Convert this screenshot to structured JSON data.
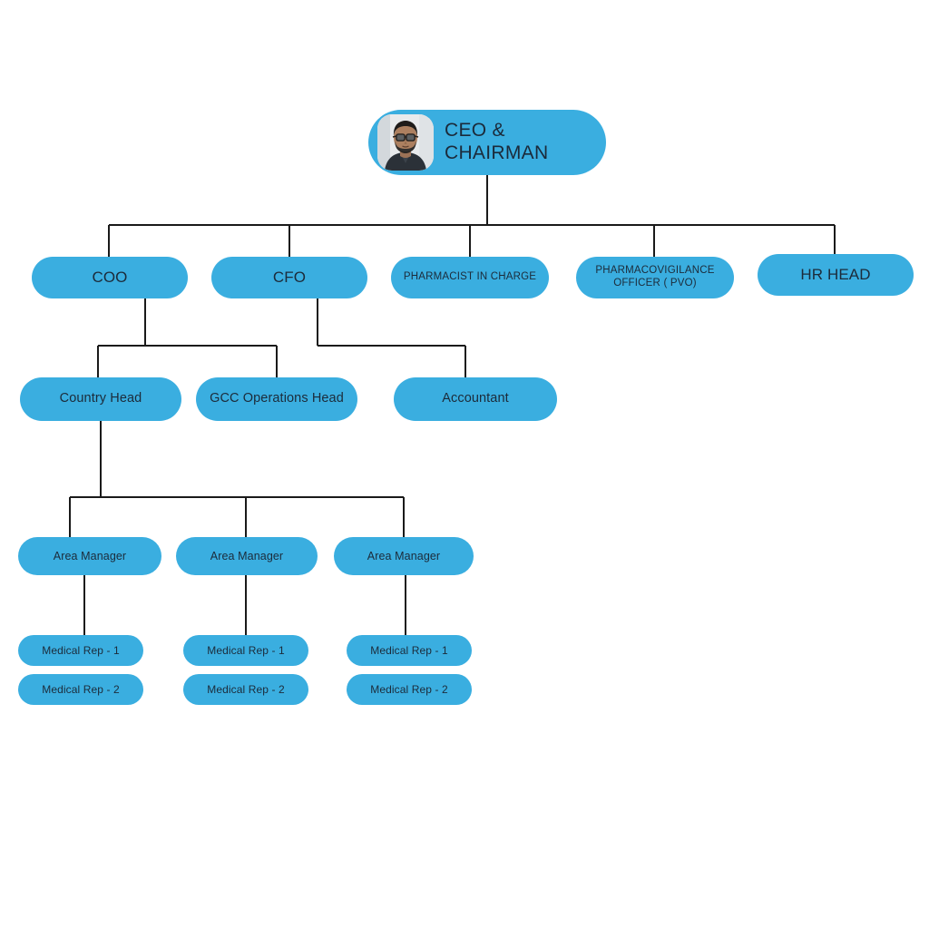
{
  "chart": {
    "title": "Organization Chart",
    "node_color": "#3aaee0",
    "connector_color": "#1a1a1a",
    "text_color": "#1c2b3a",
    "background": "#ffffff"
  },
  "root": {
    "label": "CEO & CHAIRMAN",
    "avatar_alt": "portrait-photo"
  },
  "level2": [
    {
      "id": "coo",
      "label": "COO"
    },
    {
      "id": "cfo",
      "label": "CFO"
    },
    {
      "id": "pharmacist_in_charge",
      "label": "PHARMACIST IN CHARGE"
    },
    {
      "id": "pvo",
      "label": "PHARMACOVIGILANCE OFFICER ( PVO)"
    },
    {
      "id": "hr_head",
      "label": "HR HEAD"
    }
  ],
  "level3": [
    {
      "id": "country_head",
      "label": "Country Head",
      "parent": "coo"
    },
    {
      "id": "gcc_operations_head",
      "label": "GCC Operations Head",
      "parent": "coo"
    },
    {
      "id": "accountant",
      "label": "Accountant",
      "parent": "cfo"
    }
  ],
  "level4": [
    {
      "id": "area_manager_1",
      "label": "Area Manager",
      "parent": "country_head"
    },
    {
      "id": "area_manager_2",
      "label": "Area Manager",
      "parent": "country_head"
    },
    {
      "id": "area_manager_3",
      "label": "Area Manager",
      "parent": "country_head"
    }
  ],
  "level5": [
    {
      "id": "medical_rep_1_1",
      "label": "Medical Rep - 1",
      "parent": "area_manager_1"
    },
    {
      "id": "medical_rep_1_2",
      "label": "Medical Rep - 2",
      "parent": "area_manager_1"
    },
    {
      "id": "medical_rep_2_1",
      "label": "Medical Rep - 1",
      "parent": "area_manager_2"
    },
    {
      "id": "medical_rep_2_2",
      "label": "Medical Rep - 2",
      "parent": "area_manager_2"
    },
    {
      "id": "medical_rep_3_1",
      "label": "Medical Rep - 1",
      "parent": "area_manager_3"
    },
    {
      "id": "medical_rep_3_2",
      "label": "Medical Rep - 2",
      "parent": "area_manager_3"
    }
  ]
}
